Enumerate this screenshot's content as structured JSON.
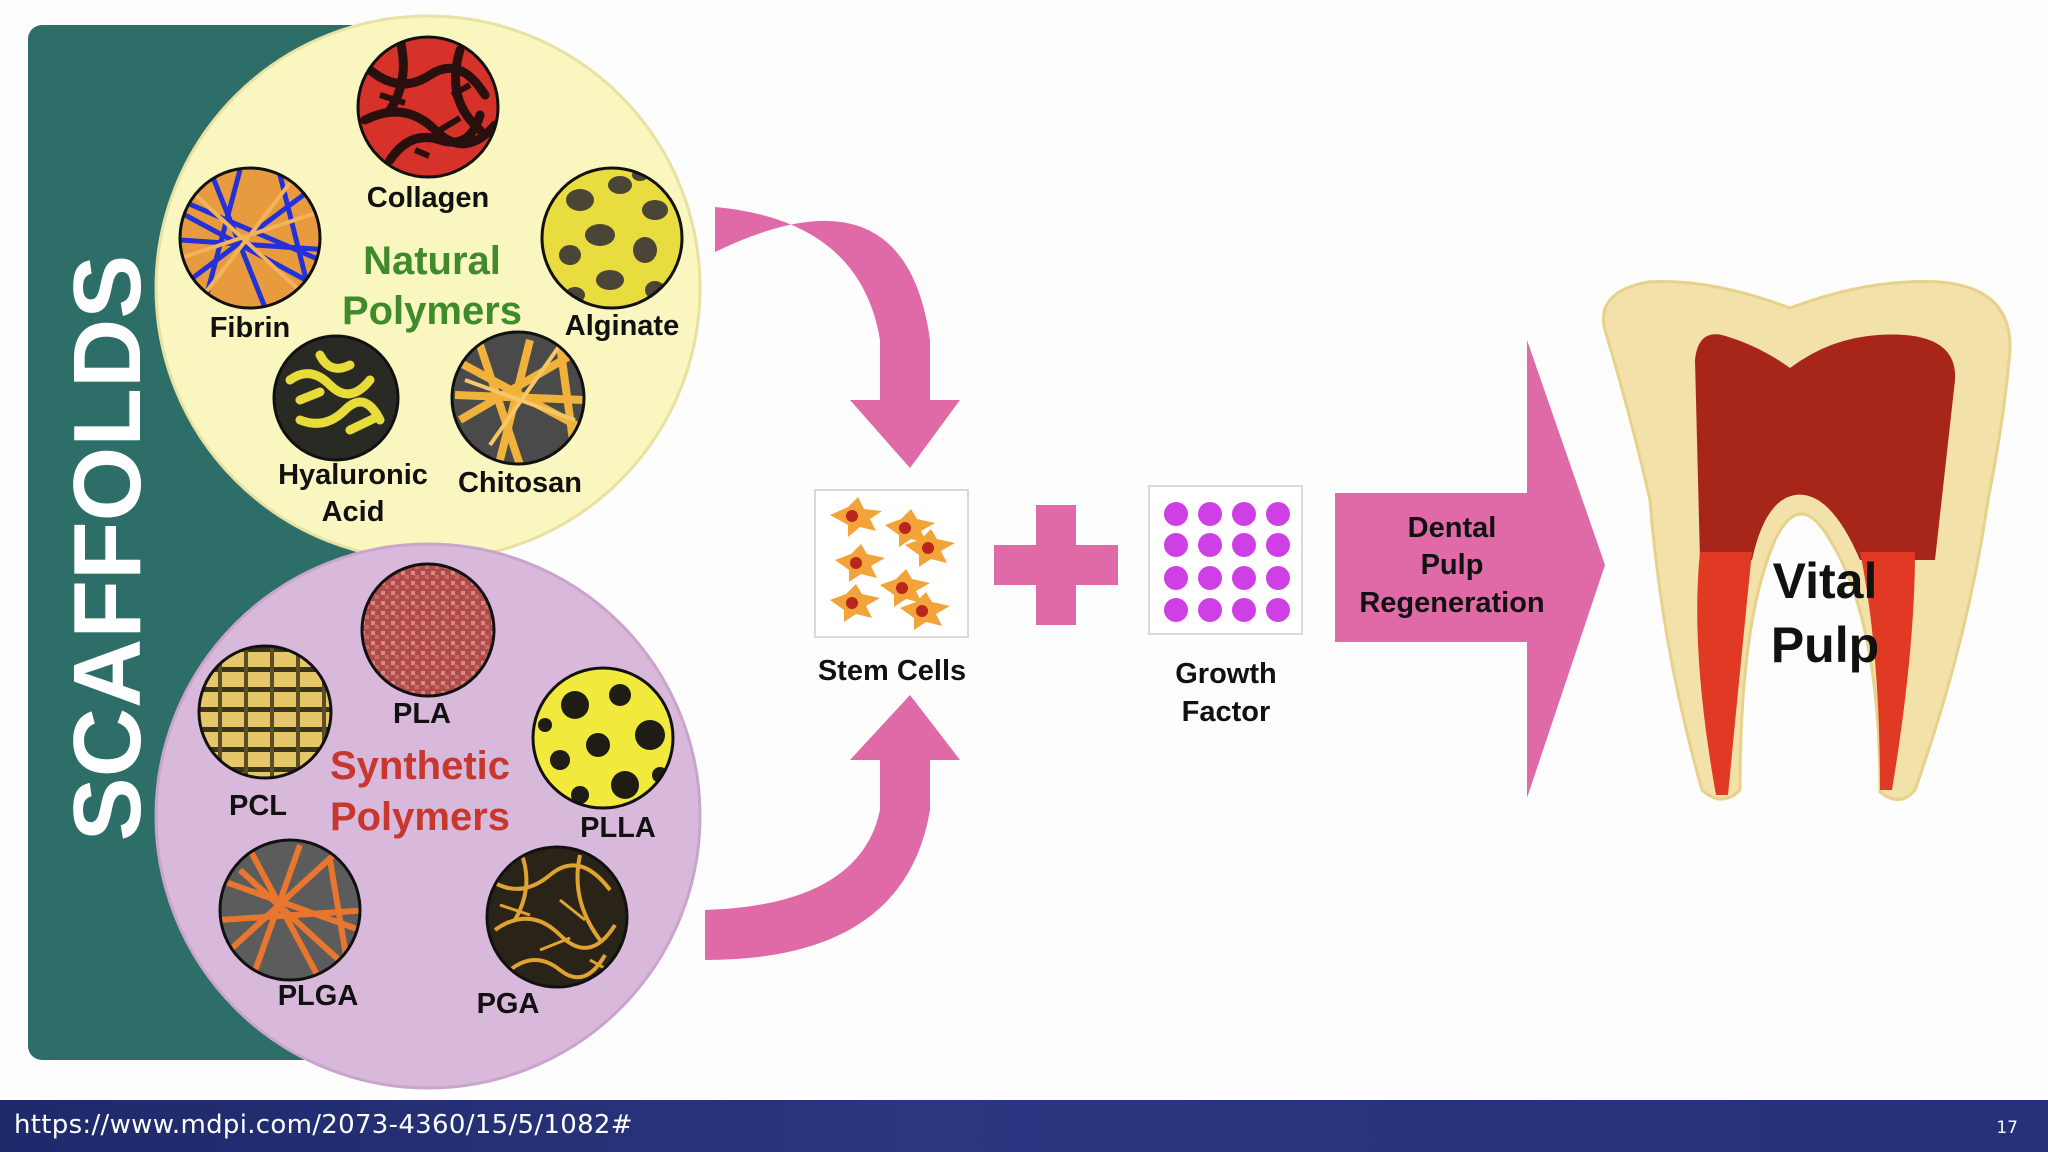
{
  "side_label": "SCAFFOLDS",
  "natural": {
    "title_line1": "Natural",
    "title_line2": "Polymers",
    "items": [
      "Collagen",
      "Fibrin",
      "Alginate",
      "Hyaluronic",
      "Acid",
      "Chitosan"
    ]
  },
  "synthetic": {
    "title_line1": "Synthetic",
    "title_line2": "Polymers",
    "items": [
      "PLA",
      "PCL",
      "PLLA",
      "PLGA",
      "PGA"
    ]
  },
  "stem_cells": "Stem Cells",
  "growth_factor_line1": "Growth",
  "growth_factor_line2": "Factor",
  "process": [
    "Dental",
    "Pulp",
    "Regeneration"
  ],
  "result_line1": "Vital",
  "result_line2": "Pulp",
  "footer": {
    "url": "https://www.mdpi.com/2073-4360/15/5/1082#",
    "page": "17"
  },
  "colors": {
    "scaffold_band": "#2e6e68",
    "natural_circle": "#faf6bf",
    "synthetic_circle": "#d9b9db",
    "arrows": "#e06aa8",
    "natural_title": "#3f8a2a",
    "synthetic_title": "#c8372d",
    "growth_dots": "#cf3fe6",
    "pulp": "#a8251a",
    "dentin": "#f2e1a8"
  }
}
